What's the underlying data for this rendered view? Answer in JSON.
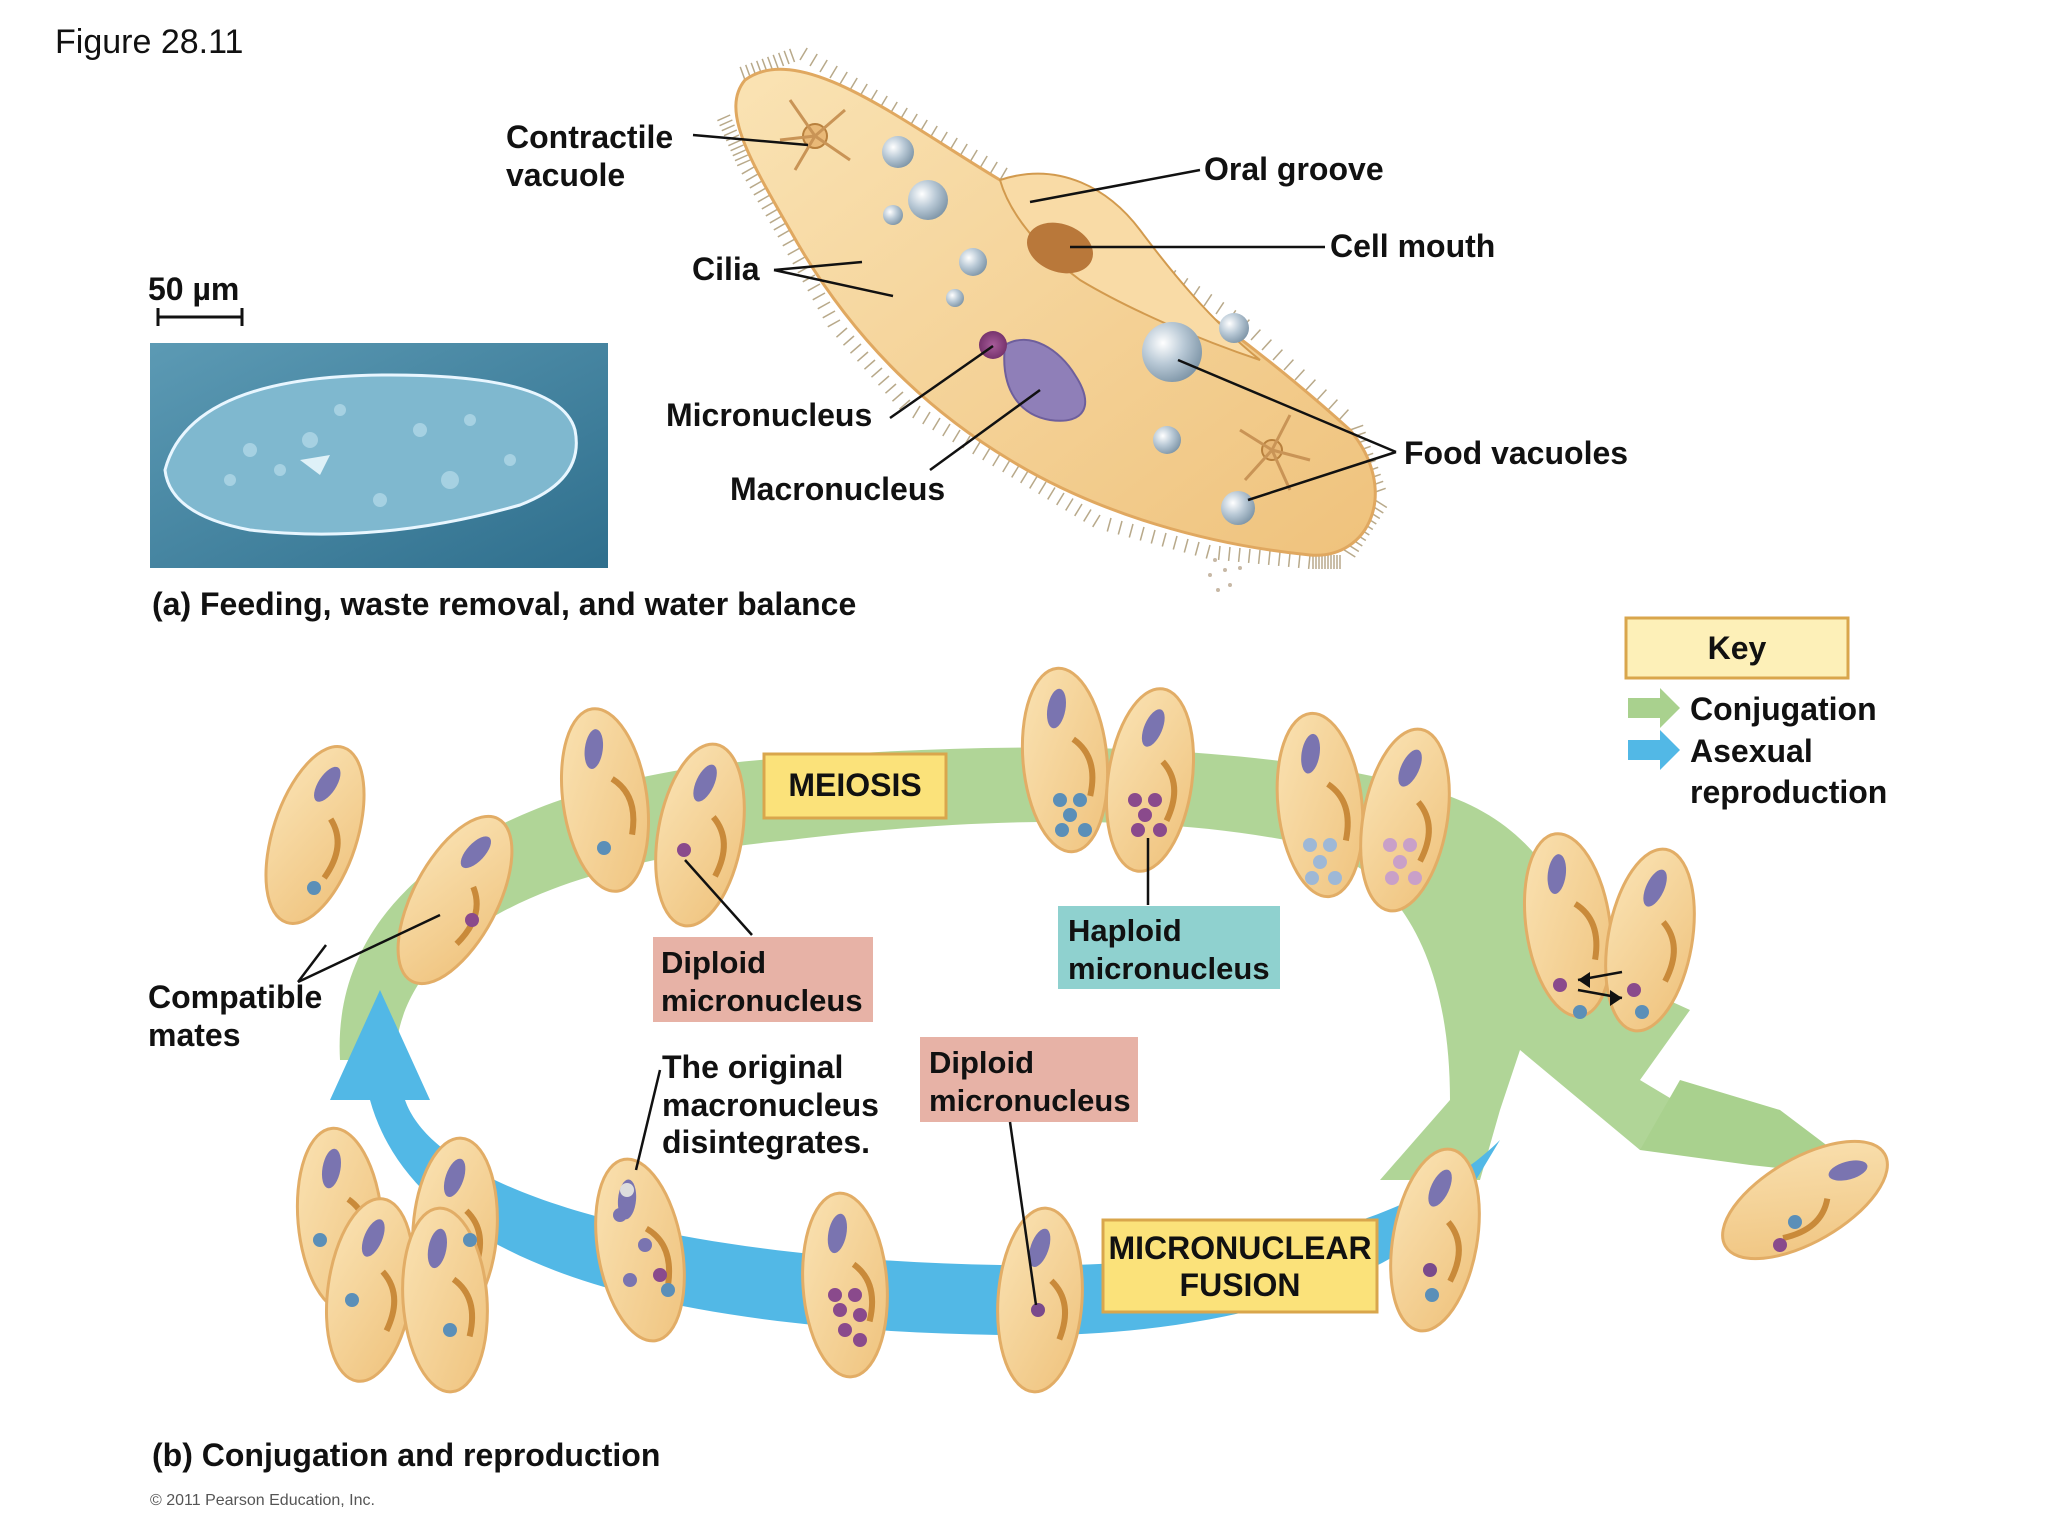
{
  "figure": {
    "number": "Figure 28.11",
    "scale_bar": "50 µm",
    "copyright": "© 2011 Pearson Education, Inc."
  },
  "panel_a": {
    "caption": "(a) Feeding, waste removal, and water balance",
    "labels": {
      "contractile_vacuole_1": "Contractile",
      "contractile_vacuole_2": "vacuole",
      "cilia": "Cilia",
      "micronucleus": "Micronucleus",
      "macronucleus": "Macronucleus",
      "oral_groove": "Oral groove",
      "cell_mouth": "Cell mouth",
      "food_vacuoles": "Food vacuoles"
    }
  },
  "panel_b": {
    "caption": "(b) Conjugation and reproduction",
    "compatible_mates_1": "Compatible",
    "compatible_mates_2": "mates",
    "meiosis": "MEIOSIS",
    "diploid_1_line1": "Diploid",
    "diploid_1_line2": "micronucleus",
    "haploid_line1": "Haploid",
    "haploid_line2": "micronucleus",
    "original_line1": "The original",
    "original_line2": "macronucleus",
    "original_line3": "disintegrates.",
    "diploid_2_line1": "Diploid",
    "diploid_2_line2": "micronucleus",
    "fusion_line1": "MICRONUCLEAR",
    "fusion_line2": "FUSION"
  },
  "key": {
    "title": "Key",
    "conjugation": "Conjugation",
    "asexual_1": "Asexual",
    "asexual_2": "reproduction"
  },
  "colors": {
    "cell": "#f6d49a",
    "cell_edge": "#d9a35c",
    "conjugation_arrow": "#a9d18e",
    "asexual_arrow": "#52b8e6",
    "yellow_box": "#fbe27a",
    "pink_box": "#e7b2a6",
    "teal_box": "#8fd1cf",
    "key_box": "#fdf0b8"
  }
}
